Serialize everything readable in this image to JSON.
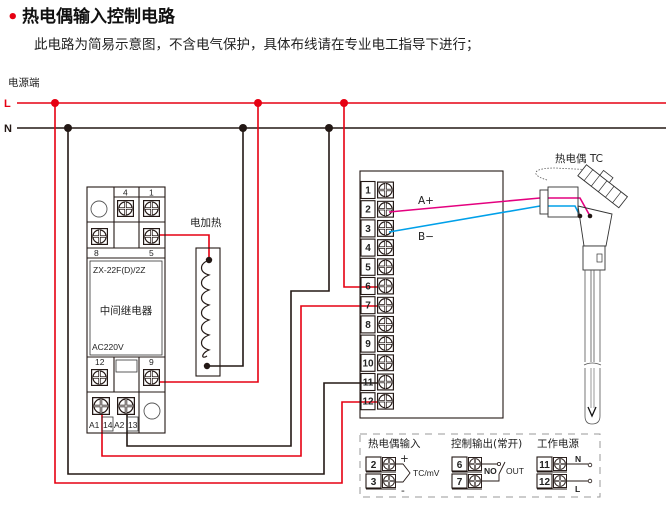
{
  "header": {
    "bullet": "•",
    "title": "热电偶输入控制电路",
    "subtitle": "此电路为简易示意图，不含电气保护，具体布线请在专业电工指导下进行；"
  },
  "power": {
    "label": "电源端",
    "live": "L",
    "neutral": "N"
  },
  "relay": {
    "model": "ZX-22F(D)/2Z",
    "name": "中间继电器",
    "voltage": "AC220V",
    "terminals": {
      "t4": "4",
      "t1": "1",
      "t8": "8",
      "t5": "5",
      "t12": "12",
      "t9": "9",
      "a1": "A1",
      "t14": "14",
      "a2": "A2",
      "t13": "13"
    }
  },
  "heater": {
    "label": "电加热"
  },
  "controller": {
    "terminals": [
      "1",
      "2",
      "3",
      "4",
      "5",
      "6",
      "7",
      "8",
      "9",
      "10",
      "11",
      "12"
    ],
    "a_plus": "A+",
    "b_minus": "B−"
  },
  "thermocouple": {
    "label": "热电偶 TC"
  },
  "legend": {
    "tc_input": {
      "title": "热电偶输入",
      "t_a": "2",
      "t_b": "3",
      "plus": "+",
      "minus": "-",
      "signal": "TC/mV"
    },
    "control_output": {
      "title": "控制输出(常开)",
      "t_a": "6",
      "t_b": "7",
      "no": "NO",
      "out": "OUT"
    },
    "power_supply": {
      "title": "工作电源",
      "t_a": "11",
      "t_b": "12",
      "n": "N",
      "l": "L"
    }
  },
  "colors": {
    "live": "#e60012",
    "neutral": "#231815",
    "a_plus_wire": "#e4007f",
    "b_minus_wire": "#00a0e9"
  }
}
